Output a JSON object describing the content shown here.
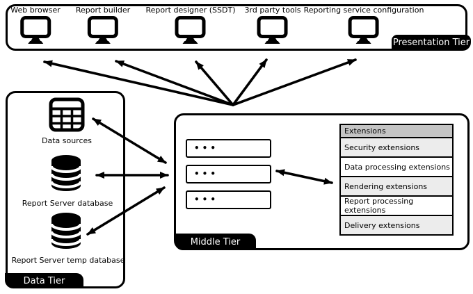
{
  "presentation_tier": {
    "tab_label": "Presentation Tier",
    "clients": [
      "Web browser",
      "Report builder",
      "Report designer (SSDT)",
      "3rd party tools",
      "Reporting service configuration"
    ]
  },
  "middle_tier": {
    "tab_label": "Middle Tier",
    "slots": [
      "•••",
      "•••",
      "•••"
    ],
    "extensions": {
      "header": "Extensions",
      "rows": [
        "Security extensions",
        "Data processing extensions",
        "Rendering extensions",
        "Report processing extensions",
        "Delivery extensions"
      ]
    }
  },
  "data_tier": {
    "tab_label": "Data Tier",
    "items": [
      "Data sources",
      "Report Server database",
      "Report Server temp database"
    ]
  },
  "colors": {
    "ink": "#000000",
    "background": "#ffffff",
    "table_header_bg": "#c4c4c4",
    "table_row_alt_bg": "#ececec"
  },
  "icons": {
    "client": "monitor-icon",
    "data_sources": "table-grid-icon",
    "database": "database-cylinder-icon"
  }
}
